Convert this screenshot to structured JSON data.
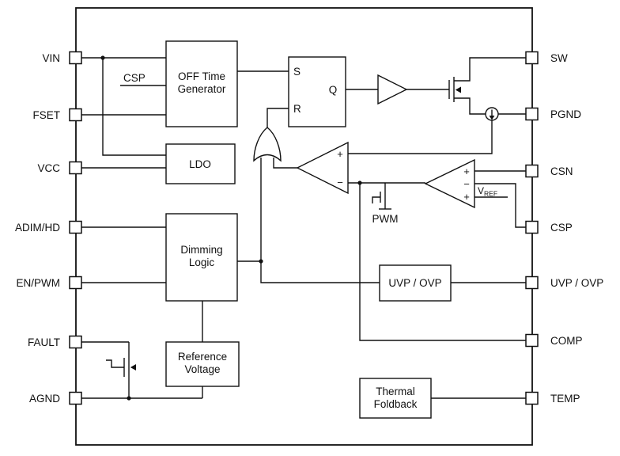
{
  "diagram": {
    "pins": {
      "left": [
        "VIN",
        "FSET",
        "VCC",
        "ADIM/HD",
        "EN/PWM",
        "FAULT",
        "AGND"
      ],
      "right": [
        "SW",
        "PGND",
        "CSN",
        "CSP",
        "UVP / OVP",
        "COMP",
        "TEMP"
      ]
    },
    "blocks": {
      "off_time": [
        "OFF Time",
        "Generator"
      ],
      "ldo": "LDO",
      "dimming": [
        "Dimming",
        "Logic"
      ],
      "reference": [
        "Reference",
        "Voltage"
      ],
      "uvp_ovp": "UVP / OVP",
      "thermal": [
        "Thermal",
        "Foldback"
      ]
    },
    "latch": {
      "s": "S",
      "r": "R",
      "q": "Q"
    },
    "signals": {
      "csp_internal": "CSP",
      "pwm": "PWM",
      "vref_base": "V",
      "vref_sub": "REF"
    },
    "symbols": {
      "plus": "+",
      "minus": "−"
    },
    "colors": {
      "line": "#111111",
      "background": "#ffffff"
    }
  }
}
